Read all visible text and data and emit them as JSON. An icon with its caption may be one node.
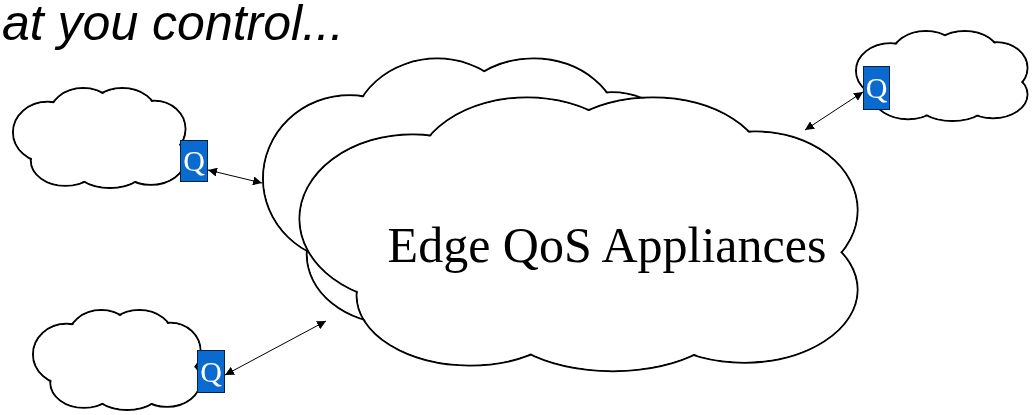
{
  "diagram": {
    "title": "at you control...",
    "nodes": [
      {
        "text": [
          "Edge QoS Appliances"
        ]
      },
      {
        "text": [],
        "shape": "cloud"
      },
      {
        "text": [
          "Q"
        ]
      },
      {
        "text": [],
        "shape": "cloud"
      },
      {
        "text": [
          "Q"
        ]
      },
      {
        "text": [],
        "shape": "cloud"
      },
      {
        "text": [
          "Q"
        ],
        "in": 5
      }
    ],
    "edges": [
      {
        "from": 2,
        "to": 0,
        "arrow": "both"
      },
      {
        "from": 4,
        "to": 0,
        "arrow": "both"
      },
      {
        "from": 6,
        "to": 0,
        "arrow": "both"
      }
    ]
  }
}
